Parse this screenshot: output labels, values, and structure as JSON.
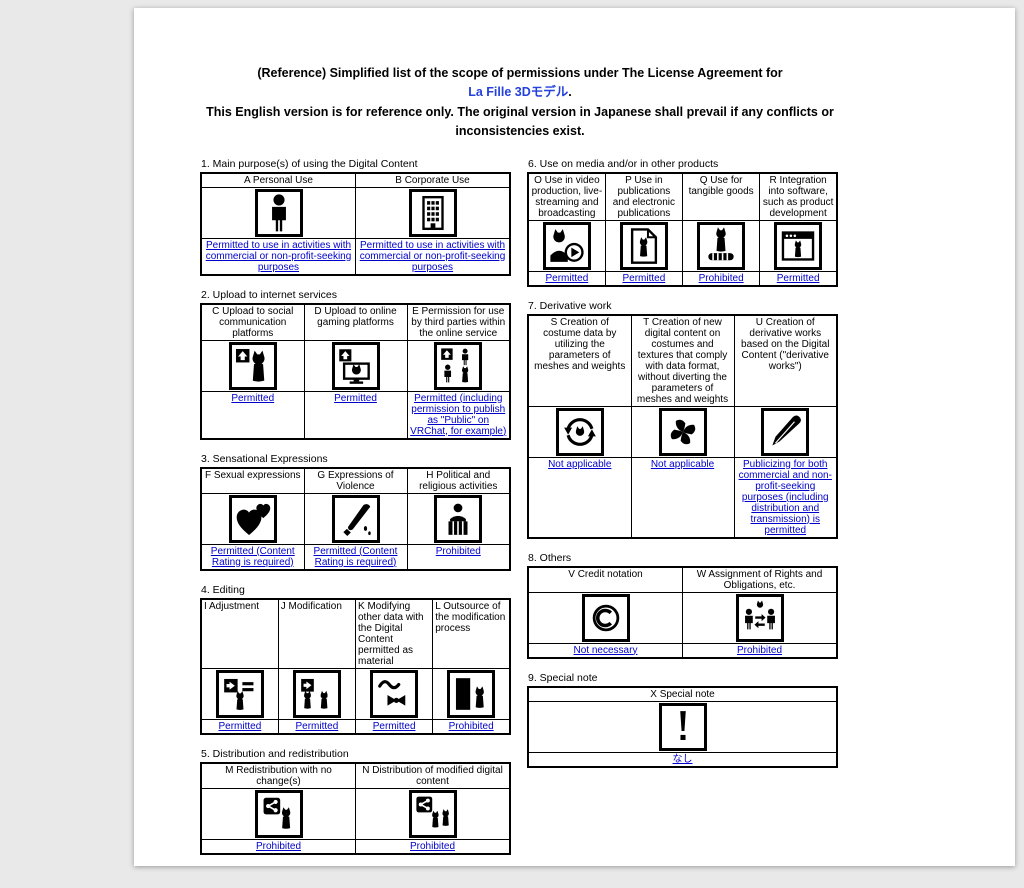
{
  "title": {
    "line1": "(Reference) Simplified list of the scope of permissions under The License Agreement for",
    "product": "La Fille 3Dモデル",
    "product_suffix": ".",
    "note": "This English version is for reference only. The original version in Japanese shall prevail if any conflicts or inconsistencies exist."
  },
  "colors": {
    "status_link": "#0000cc",
    "product_name": "#2441db",
    "page_background": "#ffffff",
    "desktop_background": "#e9e9e9"
  },
  "sections": [
    {
      "label": "1. Main purpose(s) of using the Digital Content",
      "cells": [
        {
          "header": "A Personal Use",
          "icon": "person-icon",
          "status": "Permitted to use in activities with commercial or non-profit-seeking purposes"
        },
        {
          "header": "B  Corporate Use",
          "icon": "building-icon",
          "status": "Permitted to use in activities with commercial or non-profit-seeking purposes"
        }
      ]
    },
    {
      "label": "2. Upload to internet services",
      "cells": [
        {
          "header": "C Upload to social communication platforms",
          "icon": "upload-social-icon",
          "status": "Permitted"
        },
        {
          "header": "D Upload to online gaming platforms",
          "icon": "upload-gaming-icon",
          "status": "Permitted"
        },
        {
          "header": "E Permission for use by third parties within the online service",
          "icon": "upload-third-party-icon",
          "status": "Permitted (including permission to publish as \"Public\" on VRChat, for example)"
        }
      ]
    },
    {
      "label": "3. Sensational Expressions",
      "cells": [
        {
          "header": "F Sexual expressions",
          "icon": "hearts-icon",
          "status": "Permitted (Content Rating is required)"
        },
        {
          "header": "G Expressions of Violence",
          "icon": "knife-icon",
          "status": "Permitted (Content Rating is required)"
        },
        {
          "header": "H Political and religious activities",
          "icon": "lectern-icon",
          "status": "Prohibited"
        }
      ]
    },
    {
      "label": "4. Editing",
      "cells": [
        {
          "header": "I Adjustment",
          "icon": "adjustment-icon",
          "status": "Permitted"
        },
        {
          "header": "J Modification",
          "icon": "modification-icon",
          "status": "Permitted"
        },
        {
          "header": "K Modifying other data with the Digital Content permitted as material",
          "icon": "modify-material-icon",
          "status": "Permitted"
        },
        {
          "header": "L Outsource of the modification process",
          "icon": "outsource-icon",
          "status": "Prohibited"
        }
      ]
    },
    {
      "label": "5. Distribution and redistribution",
      "cells": [
        {
          "header": "M Redistribution with no change(s)",
          "icon": "redistribution-icon",
          "status": "Prohibited"
        },
        {
          "header": "N Distribution of modified digital content",
          "icon": "distribution-modified-icon",
          "status": "Prohibited"
        }
      ]
    },
    {
      "label": "6. Use on media and/or in other products",
      "cells": [
        {
          "header": "O Use in video production, live-streaming and broadcasting",
          "icon": "video-production-icon",
          "status": "Permitted"
        },
        {
          "header": "P Use in publications and electronic publications",
          "icon": "publications-icon",
          "status": "Permitted"
        },
        {
          "header": "Q Use for tangible goods",
          "icon": "tangible-goods-icon",
          "status": "Prohibited"
        },
        {
          "header": "R Integration into software, such as product development",
          "icon": "software-integration-icon",
          "status": "Permitted"
        }
      ]
    },
    {
      "label": "7. Derivative work",
      "cells": [
        {
          "header": "S Creation of costume data by utilizing the parameters of meshes and weights",
          "icon": "costume-data-icon",
          "status": "Not applicable"
        },
        {
          "header": "T Creation of new digital content on costumes and textures that comply with data format, without diverting the parameters of meshes and weights",
          "icon": "texture-creation-icon",
          "status": "Not applicable"
        },
        {
          "header": "U Creation of derivative works based on the Digital Content (\"derivative works\")",
          "icon": "derivative-works-icon",
          "status": "Publicizing for both commercial and non-profit-seeking purposes (including distribution and transmission) is permitted"
        }
      ]
    },
    {
      "label": "8. Others",
      "cells": [
        {
          "header": "V Credit notation",
          "icon": "copyright-icon",
          "status": "Not necessary"
        },
        {
          "header": "W Assignment of Rights and Obligations, etc.",
          "icon": "rights-assignment-icon",
          "status": "Prohibited"
        }
      ]
    },
    {
      "label": "9. Special note",
      "cells": [
        {
          "header": "X Special note",
          "icon": "exclamation-icon",
          "status": "なし"
        }
      ]
    }
  ]
}
